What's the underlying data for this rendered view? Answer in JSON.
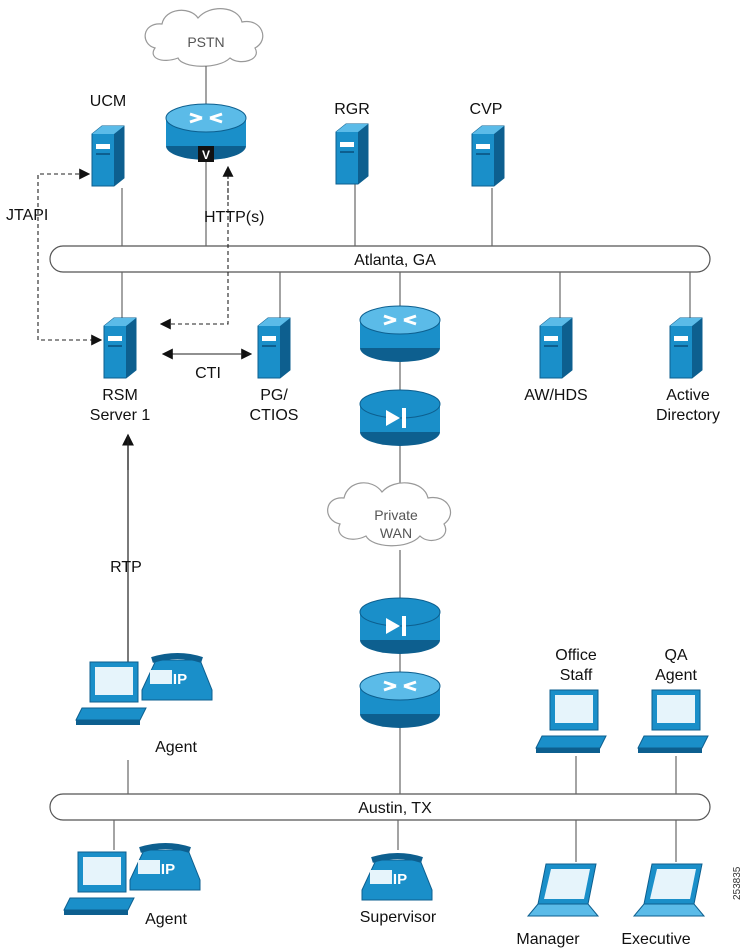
{
  "clouds": {
    "pstn": "PSTN",
    "private_wan": [
      "Private",
      "WAN"
    ]
  },
  "segments": {
    "atlanta": "Atlanta, GA",
    "austin": "Austin, TX"
  },
  "devices": {
    "ucm": "UCM",
    "rgr": "RGR",
    "cvp": "CVP",
    "rsm": [
      "RSM",
      "Server 1"
    ],
    "pg": [
      "PG/",
      "CTIOS"
    ],
    "aw": "AW/HDS",
    "ad": [
      "Active",
      "Directory"
    ],
    "office": [
      "Office",
      "Staff"
    ],
    "qa": [
      "QA",
      "Agent"
    ],
    "agent_top": "Agent",
    "agent_bottom": "Agent",
    "supervisor": "Supervisor",
    "manager": "Manager",
    "executive": "Executive",
    "ip_tag": "IP",
    "gateway_tag": "V"
  },
  "links": {
    "jtapi": "JTAPI",
    "http": "HTTP(s)",
    "cti": "CTI",
    "rtp": "RTP"
  },
  "colors": {
    "device_blue": "#1a8fc9",
    "device_dark": "#0d5f8f",
    "line": "#666666"
  },
  "figure_id": "253835"
}
